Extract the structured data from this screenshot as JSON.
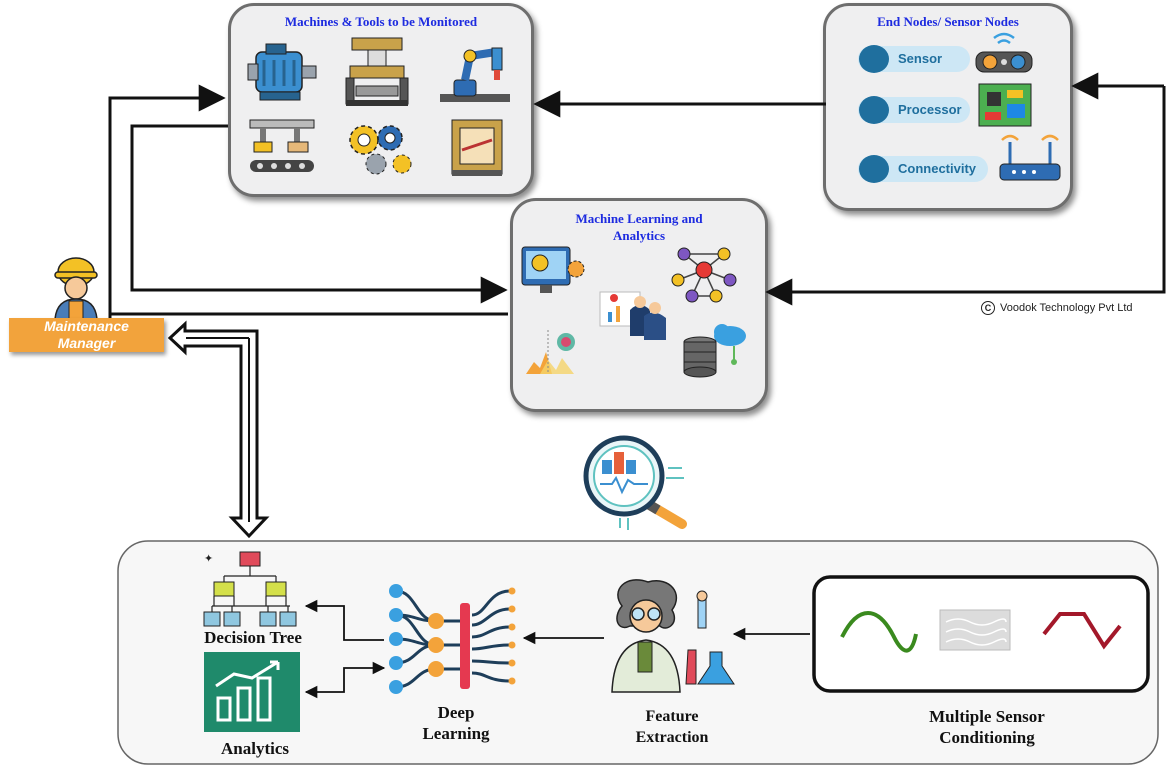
{
  "machines_box": {
    "title": "Machines & Tools to be Monitored",
    "icons": [
      "electric-motor-icon",
      "hydraulic-press-icon",
      "robotic-arm-icon",
      "conveyor-assembly-icon",
      "gears-chain-icon",
      "guillotine-cutter-icon"
    ]
  },
  "sensor_box": {
    "title": "End Nodes/ Sensor Nodes",
    "items": [
      {
        "label": "Sensor",
        "icon": "ultrasonic-sensor-icon"
      },
      {
        "label": "Processor",
        "icon": "circuit-board-icon"
      },
      {
        "label": "Connectivity",
        "icon": "wifi-router-icon"
      }
    ]
  },
  "ml_box": {
    "title_line1": "Machine Learning and",
    "title_line2": "Analytics",
    "icons": [
      "ai-monitor-icon",
      "neural-network-icon",
      "presentation-icon",
      "brain-chart-icon",
      "cloud-database-icon"
    ]
  },
  "maintenance": {
    "label_line1": "Maintenance",
    "label_line2": "Manager",
    "icon": "worker-icon"
  },
  "copyright": "Voodok Technology Pvt Ltd",
  "pipeline": {
    "decision_tree": "Decision Tree",
    "analytics": "Analytics",
    "deep_learning_line1": "Deep",
    "deep_learning_line2": "Learning",
    "feature_line1": "Feature",
    "feature_line2": "Extraction",
    "sensor_cond_line1": "Multiple Sensor",
    "sensor_cond_line2": "Conditioning"
  },
  "colors": {
    "box_border": "#6e6e6e",
    "box_fill": "#efeff0",
    "title_blue": "#1d2be0",
    "pill_fill": "#cde7f5",
    "pill_dot": "#1f6f9e",
    "manager_orange": "#f2a33c",
    "sine_green": "#3a8a1e",
    "trapezoid_red": "#a3182a"
  }
}
